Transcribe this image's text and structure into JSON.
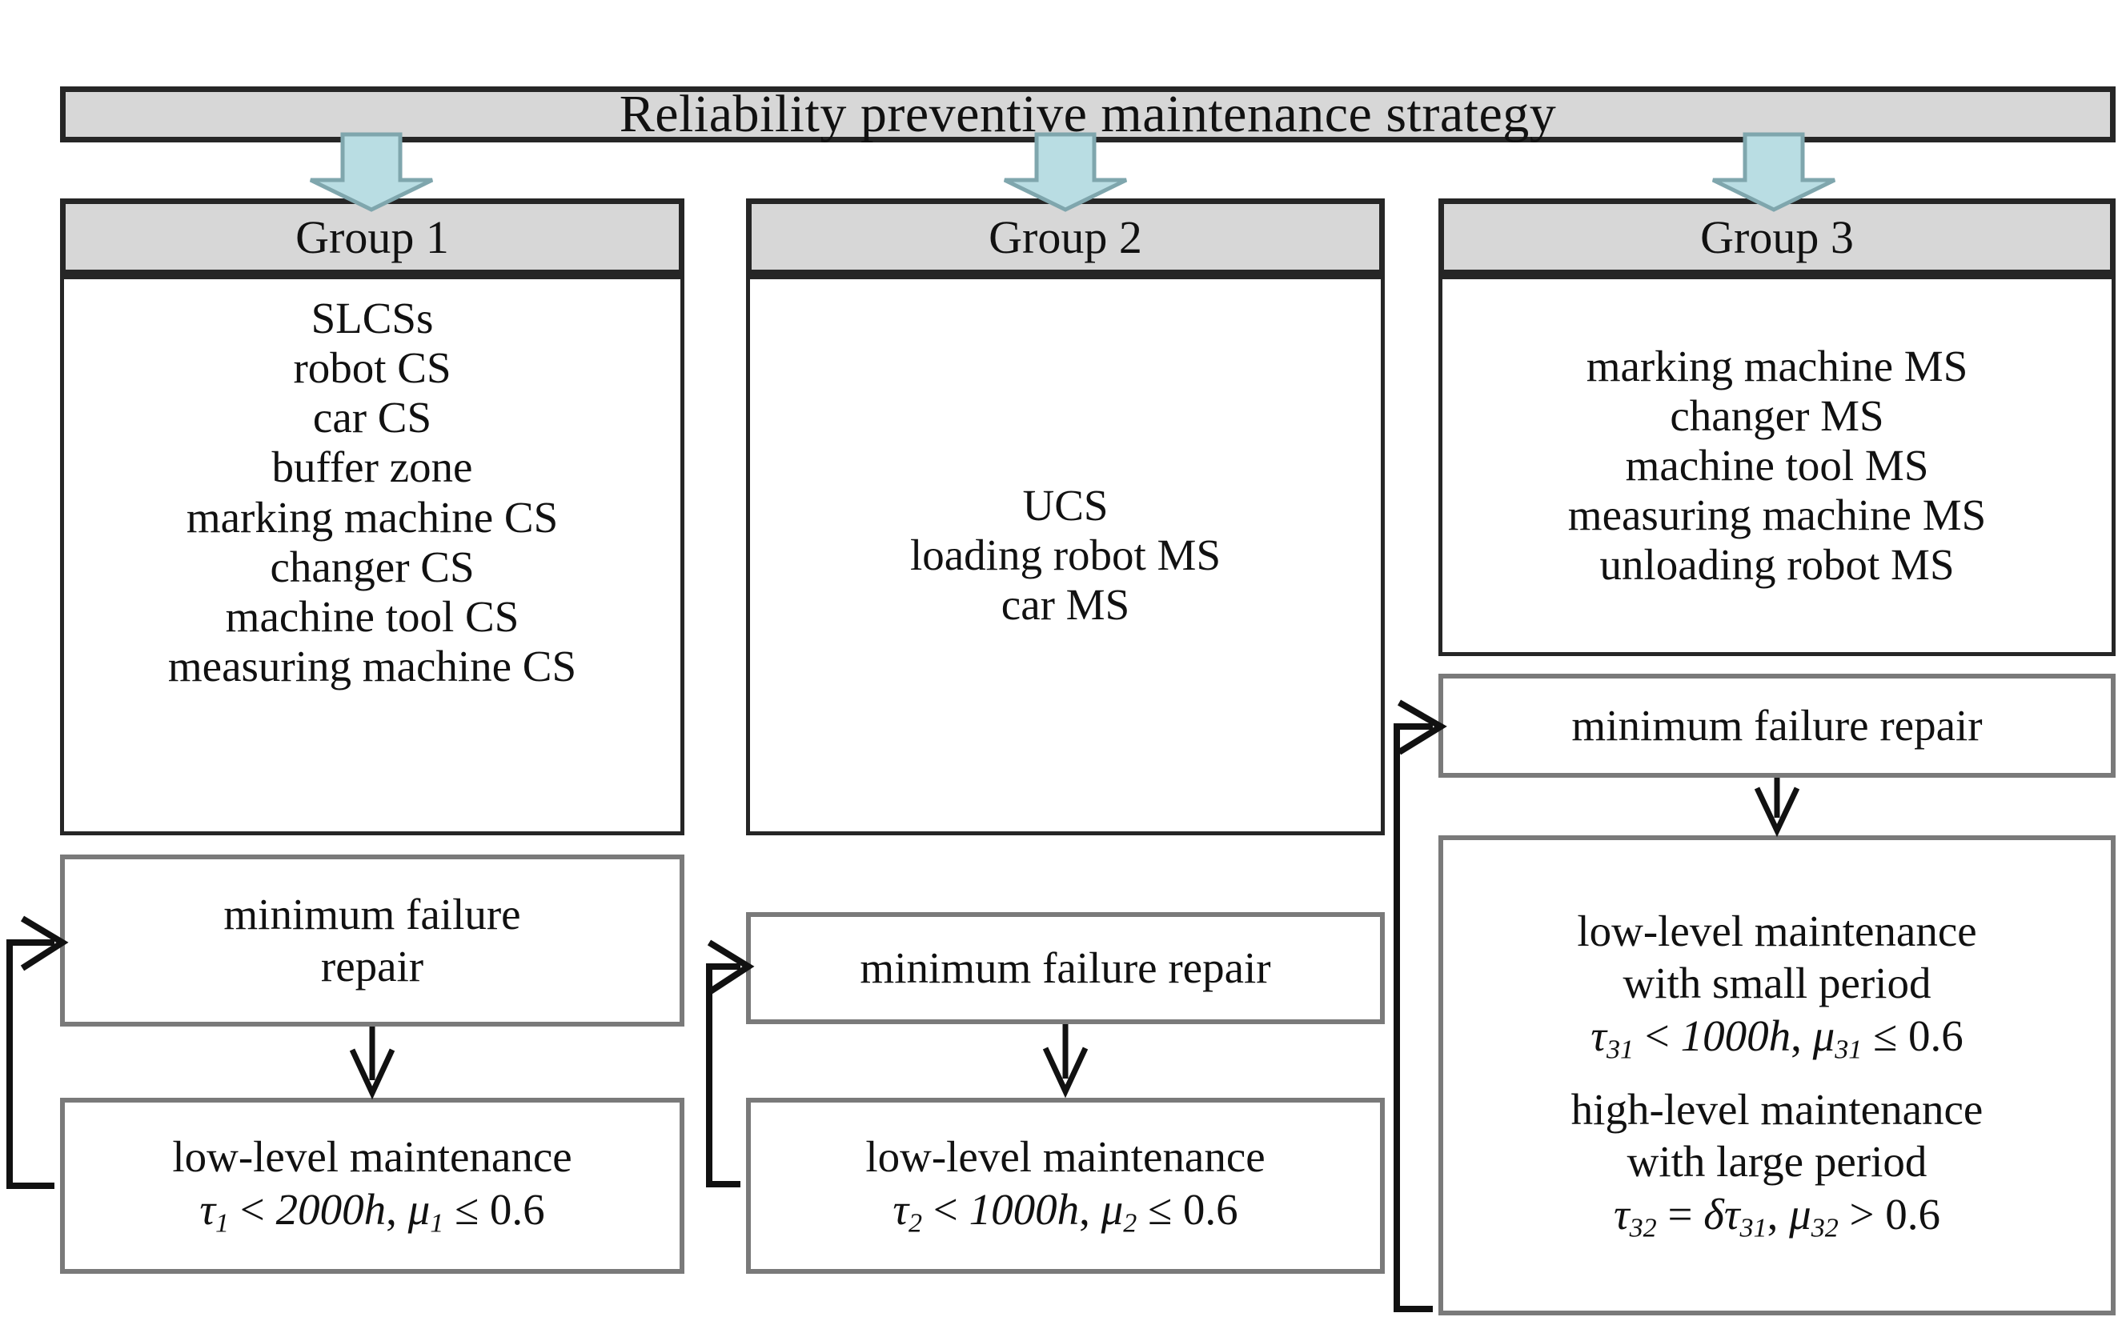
{
  "title": {
    "text": "Reliability preventive maintenance strategy"
  },
  "colors": {
    "header_fill": "#d7d7d7",
    "header_border": "#262626",
    "process_border": "#7a7a7a",
    "arrow_fill": "#b9dde3",
    "arrow_stroke": "#7fa6ad",
    "connector": "#111111",
    "text": "#111111",
    "page_background": "#ffffff"
  },
  "groups": [
    {
      "header": "Group 1",
      "items": [
        "SLCSs",
        "robot CS",
        "car CS",
        "buffer zone",
        "marking machine CS",
        "changer CS",
        "machine tool CS",
        "measuring machine CS"
      ],
      "repair_box": {
        "lines": [
          "minimum failure",
          "repair"
        ]
      },
      "maintenance_box": {
        "lines": [
          "low-level maintenance"
        ],
        "formulas": [
          {
            "tau_symbol": "τ",
            "tau_sub": "1",
            "relation": "<",
            "period": "2000h",
            "separator": ",",
            "mu_symbol": "μ",
            "mu_sub": "1",
            "mu_relation": "≤",
            "mu_value": "0.6"
          }
        ]
      }
    },
    {
      "header": "Group 2",
      "items": [
        "UCS",
        "loading robot MS",
        "car MS"
      ],
      "repair_box": {
        "lines": [
          "minimum failure repair"
        ]
      },
      "maintenance_box": {
        "lines": [
          "low-level maintenance"
        ],
        "formulas": [
          {
            "tau_symbol": "τ",
            "tau_sub": "2",
            "relation": "<",
            "period": "1000h",
            "separator": ",",
            "mu_symbol": "μ",
            "mu_sub": "2",
            "mu_relation": "≤",
            "mu_value": "0.6"
          }
        ]
      }
    },
    {
      "header": "Group 3",
      "items": [
        "marking machine MS",
        "changer MS",
        "machine tool MS",
        "measuring machine MS",
        "unloading robot MS"
      ],
      "repair_box": {
        "lines": [
          "minimum failure repair"
        ]
      },
      "maintenance_box": {
        "lines_low": [
          "low-level maintenance",
          "with small period"
        ],
        "lines_high": [
          "high-level maintenance",
          "with large period"
        ],
        "formula_low": {
          "tau_symbol": "τ",
          "tau_sub": "31",
          "relation": "<",
          "period": "1000h",
          "separator": ",",
          "mu_symbol": "μ",
          "mu_sub": "31",
          "mu_relation": "≤",
          "mu_value": "0.6"
        },
        "formula_high": {
          "tau_symbol": "τ",
          "tau_sub": "32",
          "relation": "=",
          "delta_symbol": "δ",
          "delta_tau_symbol": "τ",
          "delta_tau_sub": "31",
          "separator": ",",
          "mu_symbol": "μ",
          "mu_sub": "32",
          "mu_relation": ">",
          "mu_value": "0.6"
        }
      }
    }
  ]
}
